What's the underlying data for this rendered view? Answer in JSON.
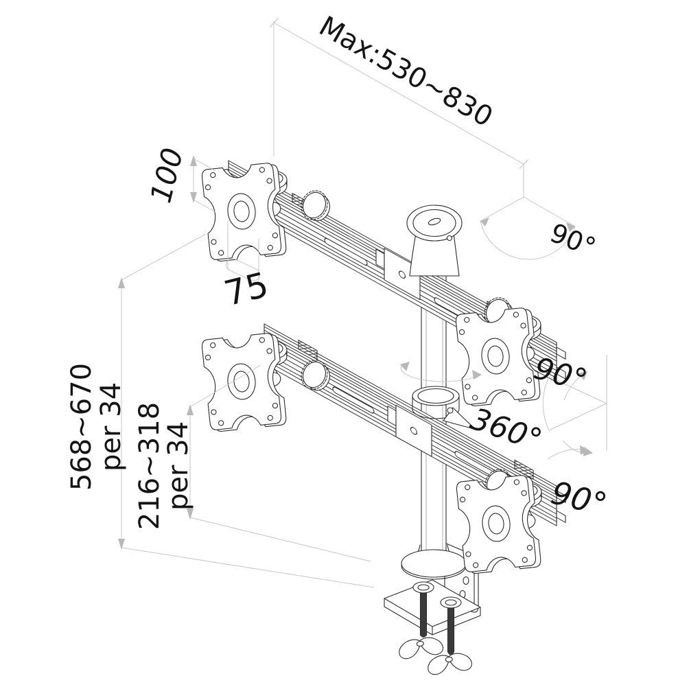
{
  "diagram": {
    "type": "isometric technical line drawing",
    "subject": "quad monitor desk mount with two crossbars, central column and desk clamp",
    "dimensions": {
      "max_width": "Max:530~830",
      "vesa_vertical": "100",
      "vesa_horizontal": "75",
      "column_height_range": "568~670",
      "column_height_step": "per 34",
      "lower_arm_height_range": "216~318",
      "lower_arm_height_step": "per 34"
    },
    "rotations": {
      "crossbar_swivel": "90°",
      "monitor_swivel": "90°",
      "pole_rotation": "360°",
      "monitor_tilt": "90°"
    }
  }
}
